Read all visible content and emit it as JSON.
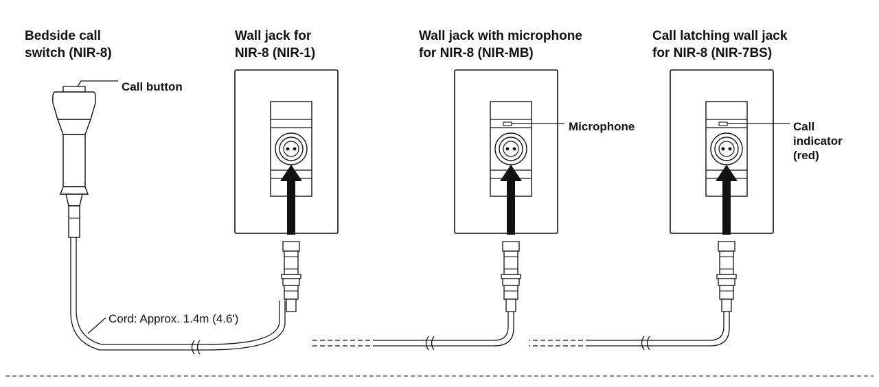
{
  "devices": [
    {
      "id": "nir8",
      "title_line1": "Bedside call",
      "title_line2": "switch (NIR-8)"
    },
    {
      "id": "nir1",
      "title_line1": "Wall jack for",
      "title_line2": "NIR-8 (NIR-1)"
    },
    {
      "id": "nirmb",
      "title_line1": "Wall jack with microphone",
      "title_line2": "for NIR-8 (NIR-MB)"
    },
    {
      "id": "nir7bs",
      "title_line1": "Call latching wall jack",
      "title_line2": "for NIR-8 (NIR-7BS)"
    }
  ],
  "callouts": {
    "call_button": "Call button",
    "microphone": "Microphone",
    "call_indicator_line1": "Call",
    "call_indicator_line2": "indicator",
    "call_indicator_line3": "(red)",
    "cord": "Cord: Approx. 1.4m (4.6')"
  }
}
